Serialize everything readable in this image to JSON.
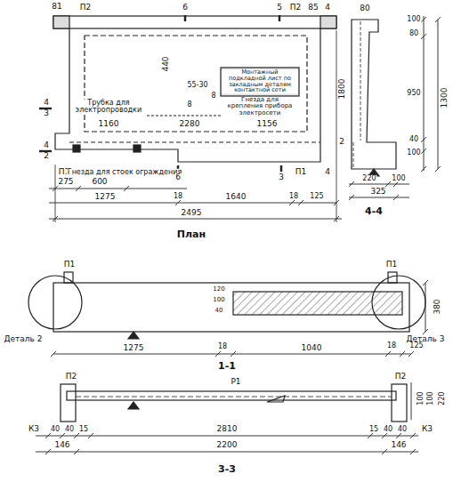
{
  "diagram": {
    "labels": [
      "81",
      "П2",
      "6",
      "5",
      "П2",
      "85",
      "4",
      "440",
      "Монтажный подкладной лист по закладным деталям контактной сети",
      "55-30",
      "8",
      "Трубка для электропроводки",
      "1160",
      "8",
      "2280",
      "Гнезда для крепления прибора электросети",
      "1156",
      "1800",
      "4",
      "3",
      "4",
      "2",
      "П1",
      "Гнезда для стоек ограждения",
      "3",
      "П1",
      "4",
      "275",
      "600",
      "6",
      "1275",
      "18",
      "1640",
      "18",
      "125",
      "2495",
      "План",
      "80",
      "100",
      "80",
      "950",
      "40",
      "100",
      "1300",
      "2",
      "220",
      "100",
      "325",
      "4-4",
      "П1",
      "П1",
      "120",
      "100",
      "40",
      "380",
      "Деталь 2",
      "Деталь 3",
      "1275",
      "18",
      "1040",
      "18",
      "125",
      "1-1",
      "П2",
      "Р1",
      "П2",
      "100",
      "100",
      "220",
      "К3",
      "40",
      "40",
      "15",
      "2810",
      "15",
      "40",
      "40",
      "К3",
      "146",
      "2200",
      "146",
      "3-3"
    ]
  }
}
